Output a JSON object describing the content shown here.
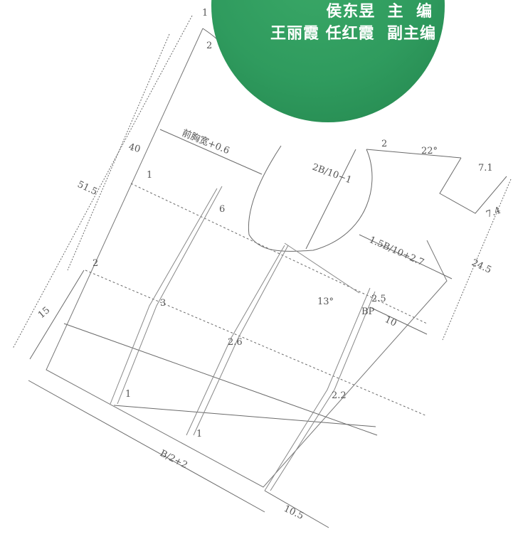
{
  "cover": {
    "editor_line": "侯东昱  主  编",
    "associate_editors_line": "王丽霞 任红霞  副主编"
  },
  "pattern_labels": {
    "front_chest_width": "前胸宽+0.6",
    "total_length": "51.5",
    "neck_depth": "40",
    "side_length": "15",
    "armhole_depth": "2B/10−1",
    "shoulder_width": "1.5B/10+2.7",
    "bust_width": "B/2+2",
    "right_height": "24.5",
    "dart_length": "10",
    "hem_offset": "10.5",
    "bp": "BP",
    "angle_13": "13°",
    "angle_22": "22°",
    "shoulder_71": "7.1",
    "shoulder_74": "7.4",
    "dart_25": "2.5",
    "dart_22": "2.2",
    "dart_26": "2.6",
    "dart_3": "3",
    "dart_6": "6",
    "mark_1a": "1",
    "mark_1b": "1",
    "mark_1c": "1",
    "mark_1d": "1",
    "mark_2a": "2",
    "mark_2b": "2",
    "mark_2c": "2"
  }
}
